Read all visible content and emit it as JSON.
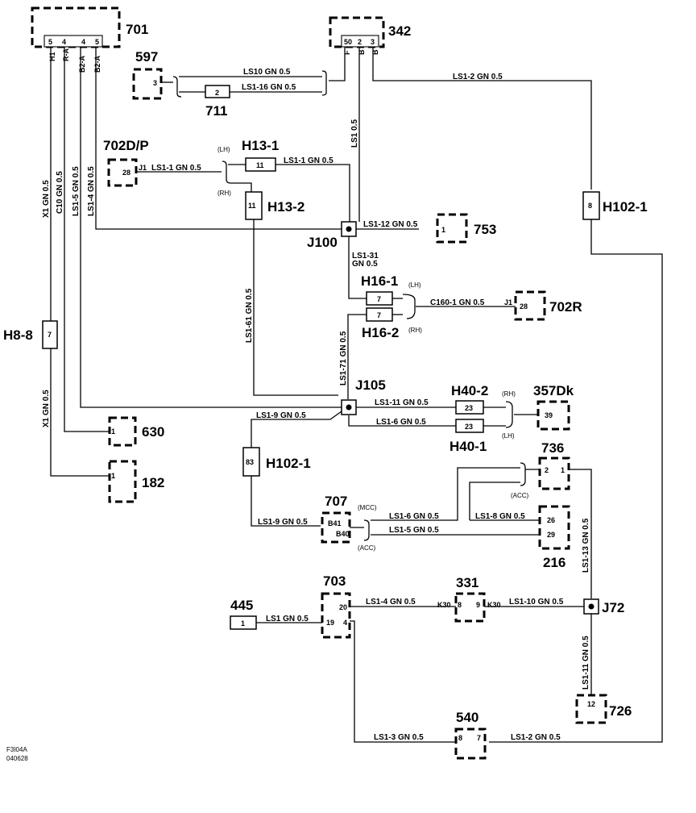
{
  "connectors": {
    "c701": "701",
    "c342": "342",
    "c597": "597",
    "c711": "711",
    "c702dp": "702D/P",
    "h13_1": "H13-1",
    "h13_2": "H13-2",
    "h102_1_top": "H102-1",
    "j100": "J100",
    "c753": "753",
    "h16_1": "H16-1",
    "h16_2": "H16-2",
    "c702r": "702R",
    "h8_8": "H8-8",
    "j105": "J105",
    "h40_2": "H40-2",
    "h40_1": "H40-1",
    "c357dk": "357Dk",
    "c630": "630",
    "c182": "182",
    "h102_1_bot": "H102-1",
    "c736": "736",
    "c707": "707",
    "c216": "216",
    "c703": "703",
    "c331": "331",
    "c445": "445",
    "j72": "J72",
    "c726": "726",
    "c540": "540"
  },
  "pins": {
    "p701_5": "5",
    "p701_4a": "4",
    "p701_4b": "4",
    "p701_5b": "5",
    "p342_50": "50",
    "p342_2": "2",
    "p342_3": "3",
    "p597_3": "3",
    "p711_2": "2",
    "p702dp_28": "28",
    "ph13_1": "11",
    "ph13_2": "11",
    "ph102_8": "8",
    "p753": "1",
    "ph16_1": "7",
    "ph16_2": "7",
    "p702r_28": "28",
    "ph8_7": "7",
    "ph40_2": "23",
    "ph40_1": "23",
    "p357_39": "39",
    "p630": "1",
    "p182": "1",
    "ph102_83": "83",
    "p736_2": "2",
    "p736_1": "1",
    "p707_b41": "B41",
    "p707_b40": "B40",
    "p216_26": "26",
    "p216_29": "29",
    "p703_20": "20",
    "p703_19": "19",
    "p703_4": "4",
    "p331_8": "8",
    "p331_9": "9",
    "p445": "1",
    "p726": "12",
    "p540_8": "8",
    "p540_7": "7"
  },
  "terminals": {
    "t701_h1": "H1",
    "t701_ra": "R-A",
    "t701_b2a1": "B2-A",
    "t701_b2a2": "B2-A",
    "t342_f": "F",
    "t342_b1": "B",
    "t342_b2": "B",
    "t702dp_j1": "J1",
    "t702r_j1": "J1",
    "t331_k30a": "K30",
    "t331_k30b": "K30"
  },
  "wires": {
    "w_ls10": "LS10  GN  0.5",
    "w_ls1_16": "LS1-16  GN  0.5",
    "w_ls1_2_top": "LS1-2   GN   0.5",
    "w_ls1_1_left": "LS1-1   GN   0.5",
    "w_ls1_1_right": "LS1-1  GN  0.5",
    "w_ls1": "LS1  0.5",
    "w_ls1_12": "LS1-12  GN   0.5",
    "w_ls1_31a": "LS1-31",
    "w_ls1_31b": "GN   0.5",
    "w_c160_1": "C160-1  GN   0.5",
    "w_ls1_61": "LS1-61  GN  0.5",
    "w_ls1_71": "LS1-71  GN  0.5",
    "w_x1_top": "X1   GN   0.5",
    "w_c10": "C10   GN   0.5",
    "w_ls1_5": "LS1-5  GN   0.5",
    "w_ls1_4_v": "LS1-4  GN   0.5",
    "w_x1_bot": "X1   GN   0.5",
    "w_ls1_11": "LS1-11   GN   0.5",
    "w_ls1_6_j105": "LS1-6   GN   0.5",
    "w_ls1_9_top": "LS1-9   GN   0.5",
    "w_ls1_9_bot": "LS1-9   GN  0.5",
    "w_ls1_6_707": "LS1-6   GN   0.5",
    "w_ls1_5_707": "LS1-5   GN   0.5",
    "w_ls1_8": "LS1-8   GN   0.5",
    "w_ls1_13": "LS1-13  GN   0.5",
    "w_ls1_4_h": "LS1-4   GN   0.5",
    "w_ls1_10": "LS1-10   GN   0.5",
    "w_ls1_445": "LS1   GN   0.5",
    "w_ls1_11_v": "LS1-11  GN   0.5",
    "w_ls1_3": "LS1-3   GN   0.5",
    "w_ls1_2_bot": "LS1-2   GN   0.5"
  },
  "notes": {
    "lh1": "(LH)",
    "rh1": "(RH)",
    "lh2": "(LH)",
    "rh2": "(RH)",
    "rh3": "(RH)",
    "lh3": "(LH)",
    "mcc": "(MCC)",
    "acc1": "(ACC)",
    "acc2": "(ACC)"
  },
  "footer": {
    "code": "F3I04A",
    "date": "040628"
  }
}
